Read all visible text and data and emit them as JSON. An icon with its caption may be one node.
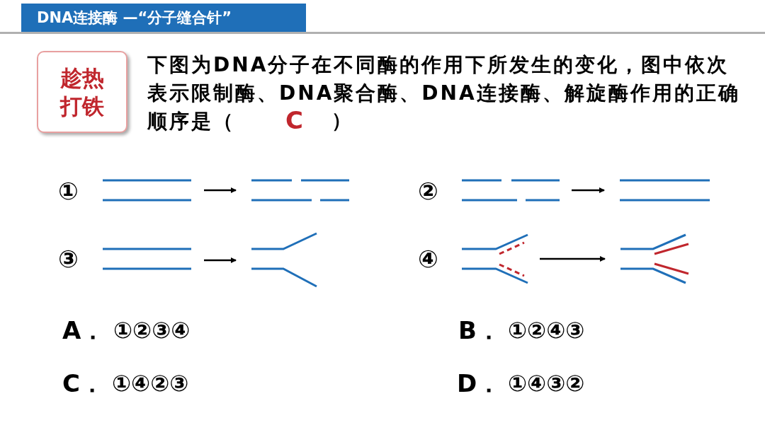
{
  "diagram": {
    "title": "DNA连接酶 —“分子缝合针”",
    "nodes": [
      {
        "text": [
          "趁热打铁"
        ]
      },
      {
        "text": [],
        "shape": "picture"
      },
      {
        "text": [],
        "shape": "picture"
      },
      {
        "text": [],
        "shape": "picture"
      },
      {
        "text": [],
        "shape": "picture"
      },
      {
        "text": [],
        "shape": "picture"
      },
      {
        "text": [],
        "shape": "picture"
      },
      {
        "text": [],
        "shape": "picture"
      },
      {
        "text": [],
        "shape": "picture"
      }
    ],
    "edges": [
      {
        "from": 1,
        "to": 2,
        "arrow": "to"
      },
      {
        "from": 3,
        "to": 4,
        "arrow": "to"
      },
      {
        "from": 5,
        "to": 6,
        "arrow": "to"
      },
      {
        "from": 7,
        "to": 8,
        "arrow": "to"
      }
    ],
    "labels": [
      "下图为DNA分子在不同酶的作用下所发生的变化，图中依次表示限制酶、DNA聚合酶、DNA连接酶、解旋酶作用的正确顺序是（",
      "C",
      "）",
      "①",
      "②",
      "③",
      "④",
      "A．",
      "①②③④",
      "B．",
      "①②④③",
      "C．",
      "①④②③",
      "D．",
      "①④③②"
    ]
  }
}
